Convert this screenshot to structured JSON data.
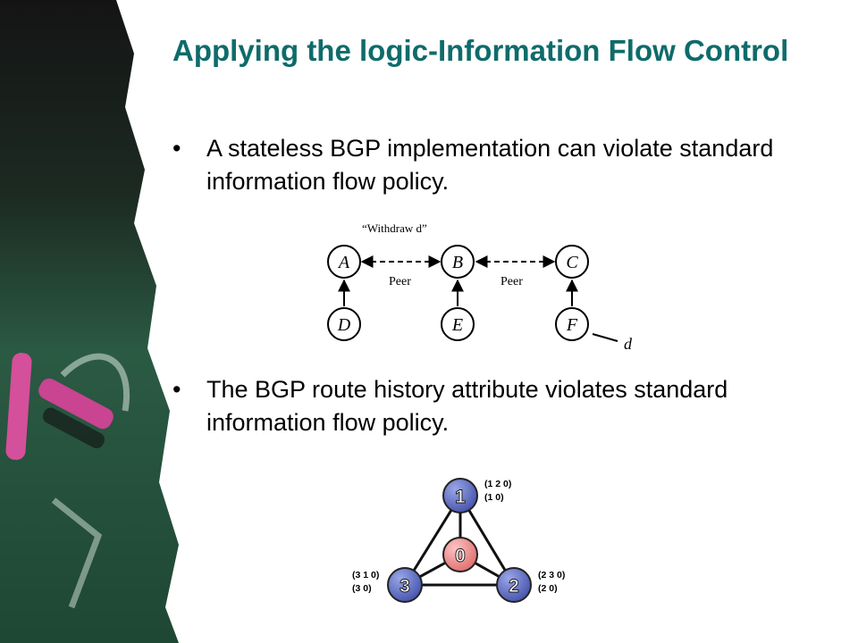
{
  "slide": {
    "title": "Applying the logic-Information Flow Control",
    "bullets": [
      "A stateless BGP implementation can violate standard information flow policy.",
      "The BGP route history attribute violates standard information flow policy."
    ]
  },
  "peer_diagram": {
    "annotation": "“Withdraw d”",
    "top_nodes": [
      "A",
      "B",
      "C"
    ],
    "bottom_nodes": [
      "D",
      "E",
      "F"
    ],
    "link_labels": [
      "Peer",
      "Peer"
    ],
    "destination_label": "d"
  },
  "triangle_diagram": {
    "nodes": {
      "top": "1",
      "left": "3",
      "right": "2",
      "center": "0"
    },
    "histories": {
      "top": [
        "(1 2 0)",
        "(1 0)"
      ],
      "left": [
        "(3 1 0)",
        "(3 0)"
      ],
      "right": [
        "(2 3 0)",
        "(2 0)"
      ]
    },
    "colors": {
      "outer_node": "#5f6fc2",
      "center_node": "#ee8a8a"
    }
  },
  "theme": {
    "title_color": "#0f6b6b",
    "chalkboard": "#1f4a36"
  }
}
